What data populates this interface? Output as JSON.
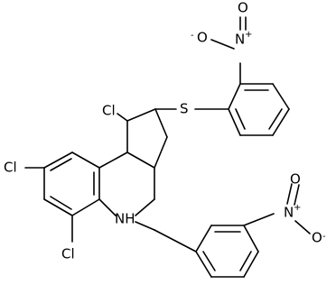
{
  "molecule": {
    "atoms": {
      "cl_top": "Cl",
      "cl_left": "Cl",
      "cl_bottom": "Cl",
      "s": "S",
      "nh": "NH",
      "n_top": "N",
      "o_top_minus": "O",
      "o_top_eq": "O",
      "n_right": "N",
      "o_right_minus": "O",
      "o_right_eq": "O"
    },
    "charges": {
      "n_top": "+",
      "o_top_minus": "-",
      "n_right": "+",
      "o_right_minus": "-"
    }
  }
}
